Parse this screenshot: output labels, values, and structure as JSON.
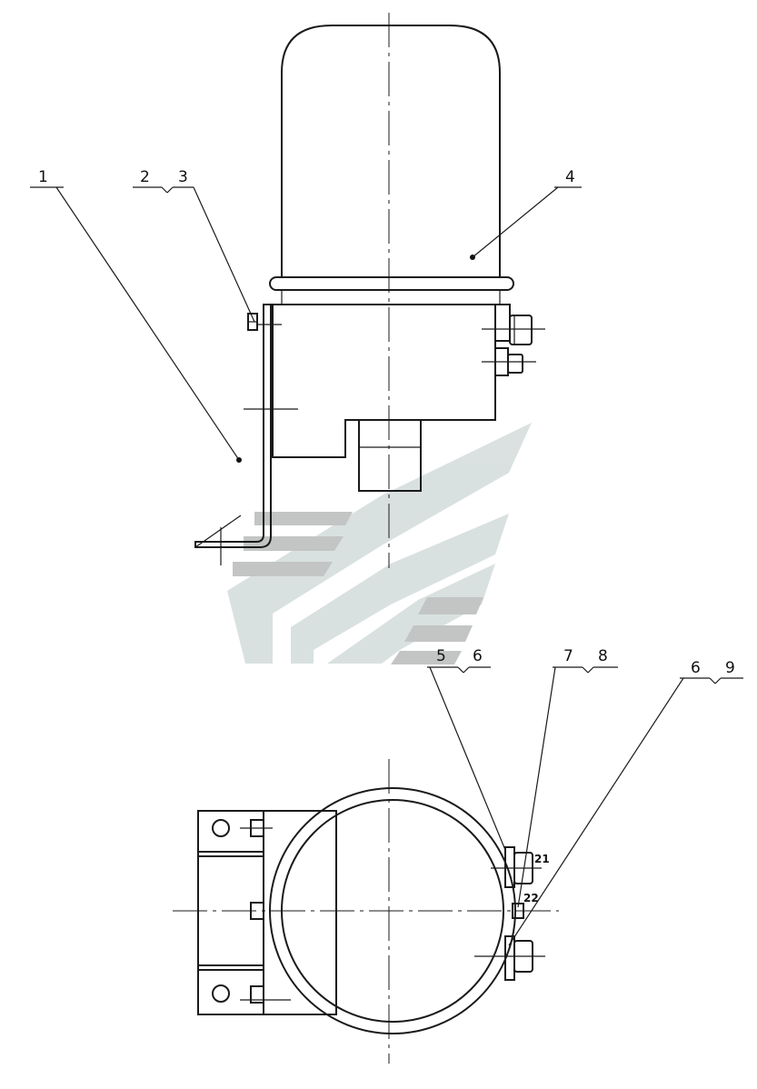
{
  "labels": {
    "l1": "1",
    "l2": "2",
    "l3": "3",
    "l4": "4",
    "l5": "5",
    "l6a": "6",
    "l7": "7",
    "l8": "8",
    "l6b": "6",
    "l9": "9",
    "l21": "21",
    "l22": "22"
  },
  "colors": {
    "line": "#1a1a1a",
    "watermark_gray": "#b9bcbc",
    "watermark_light": "#d3dcdb"
  }
}
